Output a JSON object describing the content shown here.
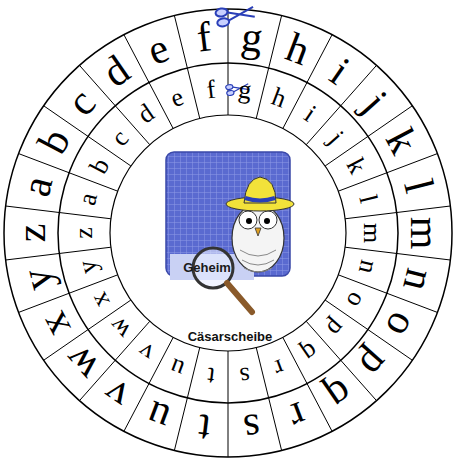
{
  "diagram": {
    "labels": [
      "a",
      "b",
      "c",
      "d",
      "e",
      "f",
      "g",
      "h",
      "i",
      "j",
      "k",
      "l",
      "m",
      "n",
      "o",
      "p",
      "q",
      "r",
      "s",
      "t",
      "u",
      "v",
      "w",
      "x",
      "y",
      "z",
      "a",
      "b",
      "c",
      "d",
      "e",
      "f",
      "g",
      "h",
      "i",
      "j",
      "k",
      "l",
      "m",
      "n",
      "o",
      "p",
      "q",
      "r",
      "s",
      "t",
      "u",
      "v",
      "w",
      "x",
      "y",
      "z",
      "Geheim",
      "Cäsarscheibe"
    ]
  }
}
